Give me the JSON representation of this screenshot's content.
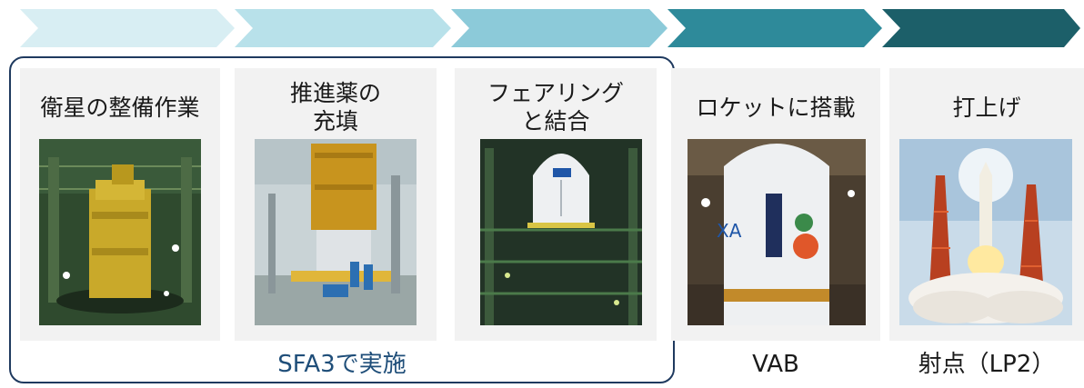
{
  "process": {
    "arrow_colors": [
      "#d8eef3",
      "#b8e1ea",
      "#8ccad9",
      "#2e8a9a",
      "#1c5f69"
    ],
    "steps": [
      {
        "title": "衛星の整備作業",
        "photo": "satellite-maintenance-photo"
      },
      {
        "title": "推進薬の\n充填",
        "photo": "propellant-loading-photo"
      },
      {
        "title": "フェアリング\nと結合",
        "photo": "fairing-mating-photo"
      },
      {
        "title": "ロケットに搭載",
        "photo": "rocket-mounting-photo"
      },
      {
        "title": "打上げ",
        "photo": "launch-photo"
      }
    ],
    "locations": {
      "group": "SFA3で実施",
      "vab": "VAB",
      "pad": "射点（LP2）"
    }
  }
}
